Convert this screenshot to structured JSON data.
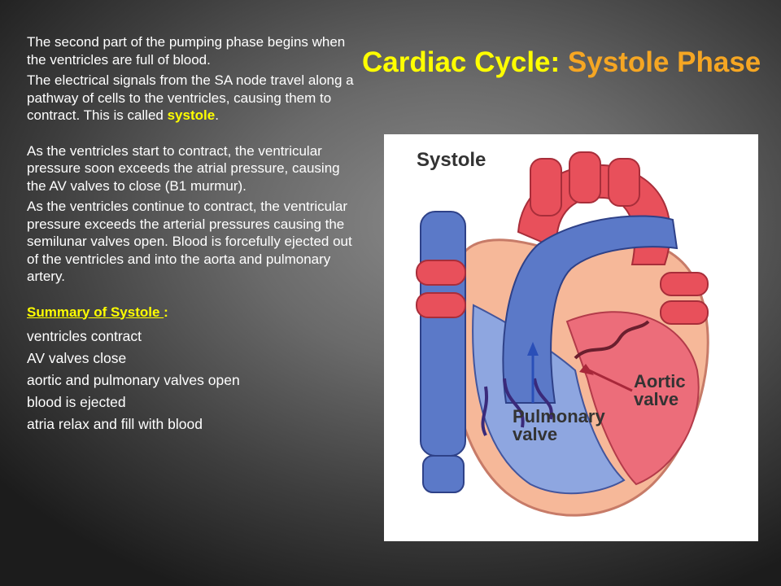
{
  "title": {
    "part1": "Cardiac Cycle:",
    "part2": "Systole Phase"
  },
  "paragraphs": {
    "p1": "The second part of the pumping phase begins when the ventricles are full of blood.",
    "p2_pre": "The electrical signals from the SA node travel along a pathway of cells to the ventricles, causing them to contract. This is called ",
    "p2_hl": "systole",
    "p2_post": ".",
    "p3": "As the ventricles start to contract, the ventricular pressure soon exceeds the atrial pressure, causing the AV valves to close (B1 murmur).",
    "p4": "As the ventricles continue to contract, the ventricular pressure exceeds the arterial pressures causing the semilunar valves open. Blood is forcefully ejected out of the ventricles and into the aorta and pulmonary artery."
  },
  "summary": {
    "heading": "Summary of Systole ",
    "colon": ":",
    "items": [
      "ventricles contract",
      "AV valves close",
      "aortic and pulmonary valves open",
      "blood is ejected",
      "atria relax and fill with blood"
    ]
  },
  "diagram": {
    "label_phase": "Systole",
    "label_aortic_1": "Aortic",
    "label_aortic_2": "valve",
    "label_pulmonary_1": "Pulmonary",
    "label_pulmonary_2": "valve"
  },
  "colors": {
    "title_primary": "#ffff00",
    "title_accent": "#f5a623",
    "highlight": "#ffff00",
    "oxygenated_red": "#e8505b",
    "deoxygenated_blue": "#4f6fc4"
  }
}
